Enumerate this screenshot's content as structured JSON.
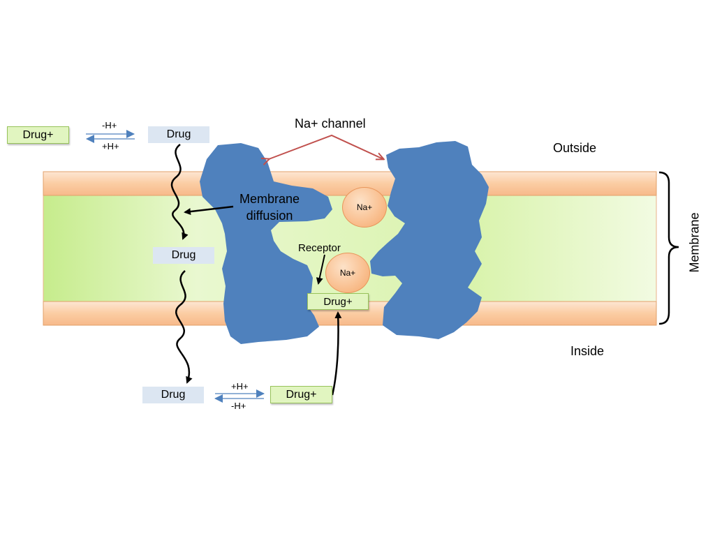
{
  "labels": {
    "na_channel": "Na+ channel",
    "outside": "Outside",
    "inside": "Inside",
    "membrane": "Membrane",
    "membrane_diffusion_line1": "Membrane",
    "membrane_diffusion_line2": "diffusion",
    "receptor": "Receptor"
  },
  "ions": {
    "na_top": "Na+",
    "na_bottom": "Na+"
  },
  "boxes": {
    "drug_plus_outside": "Drug+",
    "drug_outside": "Drug",
    "drug_in_membrane": "Drug",
    "drug_inside": "Drug",
    "drug_plus_inside": "Drug+",
    "drug_plus_receptor": "Drug+"
  },
  "equilibria": {
    "top_upper": "-H+",
    "top_lower": "+H+",
    "bottom_upper": "+H+",
    "bottom_lower": "-H+"
  },
  "colors": {
    "lipid_head": "#fbd0aa",
    "lipid_tail": "#d7f3a8",
    "protein": "#4f81bd",
    "channel_arrow": "#c0504d",
    "equilibrium_arrow": "#4f81bd",
    "charged_drug_box": "#e1f5c0",
    "neutral_drug_box": "#dce6f2"
  }
}
